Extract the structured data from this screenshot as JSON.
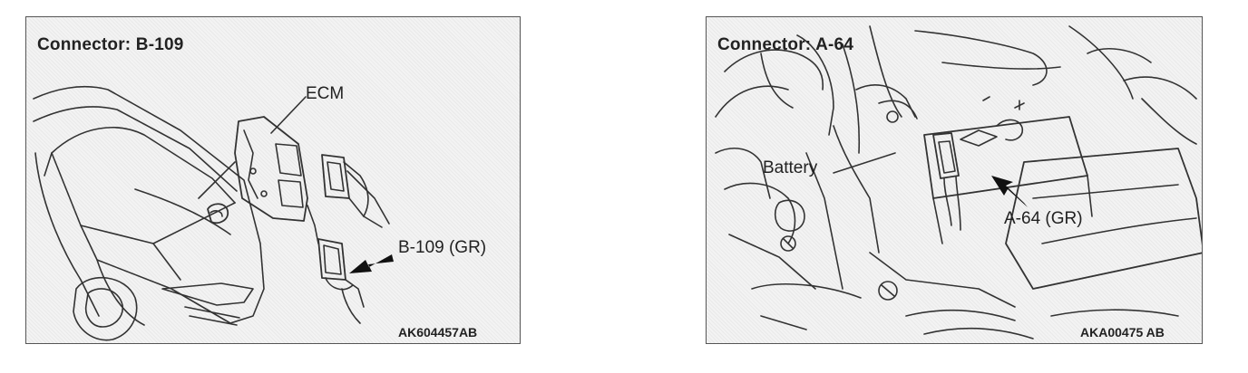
{
  "left_panel": {
    "title": "Connector: B-109",
    "ecm_label": "ECM",
    "connector_label": "B-109 (GR)",
    "figure_code": "AK604457AB"
  },
  "right_panel": {
    "title": "Connector: A-64",
    "battery_label": "Battery",
    "connector_label": "A-64 (GR)",
    "figure_code": "AKA00475 AB"
  }
}
